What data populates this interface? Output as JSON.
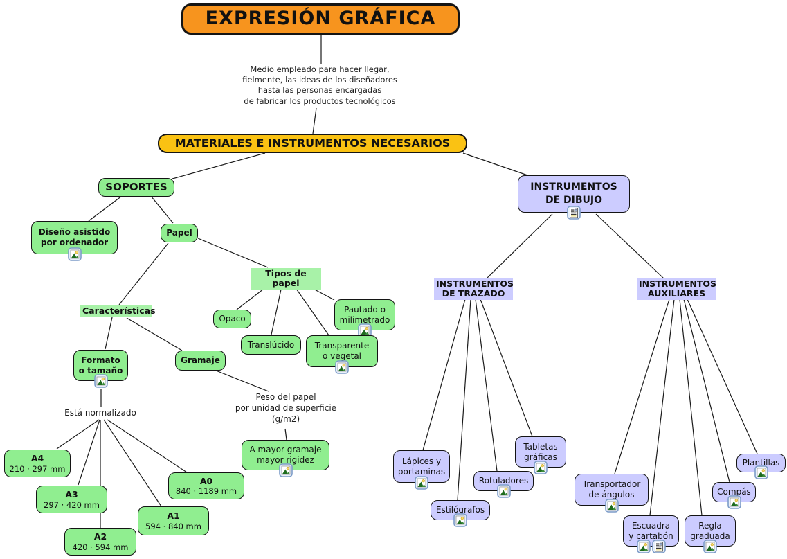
{
  "map": {
    "title": "EXPRESIÓN GRÁFICA",
    "description": "Medio empleado para hacer llegar,\nfielmente, las ideas de los diseñadores\nhasta las personas encargadas\nde fabricar los productos tecnológicos",
    "header": "MATERIALES E INSTRUMENTOS NECESARIOS"
  },
  "soportes": {
    "label": "SOPORTES",
    "cad": "Diseño asistido\npor ordenador",
    "papel": "Papel",
    "tipos_label": "Tipos de papel",
    "caracteristicas_label": "Características",
    "opaco": "Opaco",
    "translucido": "Translúcido",
    "pautado": "Pautado o\nmilimetrado",
    "transparente": "Transparente\no vegetal",
    "formato": "Formato\no tamaño",
    "gramaje": "Gramaje",
    "normalizado": "Está normalizado",
    "peso": "Peso del papel\npor unidad de superficie\n(g/m2)",
    "rigidez": "A mayor gramaje\nmayor rigidez",
    "formats": [
      {
        "name": "A4",
        "size": "210 · 297 mm"
      },
      {
        "name": "A3",
        "size": "297 · 420 mm"
      },
      {
        "name": "A2",
        "size": "420 · 594 mm"
      },
      {
        "name": "A1",
        "size": "594 · 840 mm"
      },
      {
        "name": "A0",
        "size": "840 · 1189 mm"
      }
    ]
  },
  "instrumentos": {
    "label": "INSTRUMENTOS\nDE DIBUJO",
    "trazado_label": "INSTRUMENTOS\nDE TRAZADO",
    "auxiliares_label": "INSTRUMENTOS\nAUXILIARES",
    "trazado": [
      "Lápices y\nportaminas",
      "Estilógrafos",
      "Rotuladores",
      "Tabletas\ngráficas"
    ],
    "auxiliares": [
      "Transportador\nde ángulos",
      "Escuadra\ny cartabón",
      "Regla\ngraduada",
      "Compás",
      "Plantillas"
    ]
  },
  "icons": {
    "image_resource": "image-resource-icon",
    "document_resource": "document-resource-icon"
  },
  "colors": {
    "title_bg": "#F7941E",
    "header_bg": "#FAC213",
    "concept_green": "#90EE90",
    "label_green": "#A8F2A8",
    "concept_purple": "#CCCCFF",
    "line": "#1A1A1A"
  }
}
